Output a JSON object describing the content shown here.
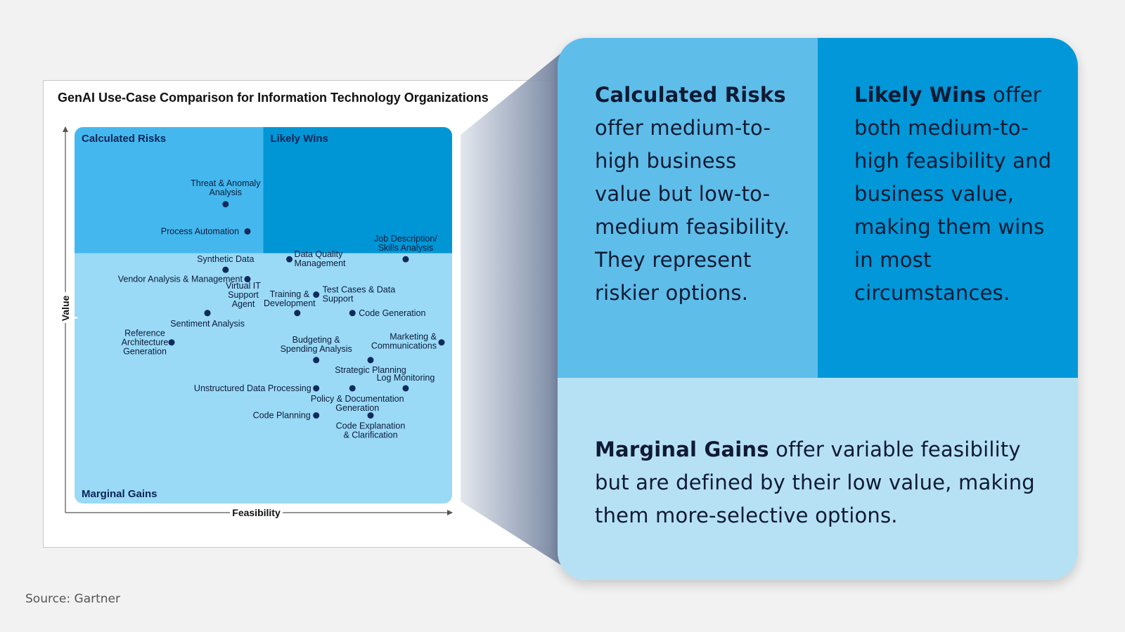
{
  "chart_data": {
    "type": "scatter",
    "title": "GenAI Use-Case Comparison for Information Technology Organizations",
    "xlabel": "Feasibility",
    "ylabel": "Value",
    "xlim": [
      0,
      100
    ],
    "ylim": [
      0,
      100
    ],
    "quadrants": {
      "top_left": "Calculated Risks",
      "top_right": "Likely Wins",
      "bottom": "Marginal Gains"
    },
    "colors": {
      "calculated_risks": "#44b8ee",
      "likely_wins": "#0096d6",
      "marginal_gains": "#9adaf6",
      "point": "#102a5c"
    },
    "points": [
      {
        "label": "Threat & Anomaly\nAnalysis",
        "x": 40.0,
        "y": 79.5
      },
      {
        "label": "Process Automation",
        "x": 45.8,
        "y": 72.3
      },
      {
        "label": "Synthetic Data",
        "x": 40.0,
        "y": 62.1
      },
      {
        "label": "Vendor Analysis & Management",
        "x": 45.8,
        "y": 59.6
      },
      {
        "label": "Virtual IT\nSupport\nAgent",
        "x": 35.2,
        "y": 50.6
      },
      {
        "label": "Sentiment Analysis",
        "x": 35.2,
        "y": 50.6
      },
      {
        "label": "Reference\nArchitecture\nGeneration",
        "x": 25.7,
        "y": 42.8
      },
      {
        "label": "Data Quality\nManagement",
        "x": 56.9,
        "y": 64.9
      },
      {
        "label": "Job Description/\nSkills Analysis",
        "x": 87.7,
        "y": 64.9
      },
      {
        "label": "Training &\nDevelopment",
        "x": 59.0,
        "y": 50.6
      },
      {
        "label": "Test Cases & Data\nSupport",
        "x": 64.0,
        "y": 55.5
      },
      {
        "label": "Code Generation",
        "x": 73.6,
        "y": 50.6
      },
      {
        "label": "Budgeting &\nSpending Analysis",
        "x": 64.0,
        "y": 38.1
      },
      {
        "label": "Marketing &\nCommunications",
        "x": 97.2,
        "y": 42.8
      },
      {
        "label": "Strategic Planning",
        "x": 78.4,
        "y": 38.1
      },
      {
        "label": "Unstructured Data Processing",
        "x": 64.0,
        "y": 30.6
      },
      {
        "label": "Log Monitoring",
        "x": 87.7,
        "y": 30.6
      },
      {
        "label": "Policy & Documentation\nGeneration",
        "x": 73.6,
        "y": 30.6
      },
      {
        "label": "Code Planning",
        "x": 64.0,
        "y": 23.4
      },
      {
        "label": "Code Explanation\n& Clarification",
        "x": 78.4,
        "y": 23.4
      }
    ]
  },
  "callout": {
    "calculated_risks": {
      "title": "Calculated Risks",
      "text": " offer medium-to-high business value but low-to-medium feasibility. They represent riskier options."
    },
    "likely_wins": {
      "title": "Likely Wins",
      "text": " offer both medium-to-high feasibility and business value, making them wins in most circumstances."
    },
    "marginal_gains": {
      "title": "Marginal Gains",
      "text": " offer variable feasibility but are defined by their low value, making them more-selective options."
    }
  },
  "source": "Source: Gartner"
}
